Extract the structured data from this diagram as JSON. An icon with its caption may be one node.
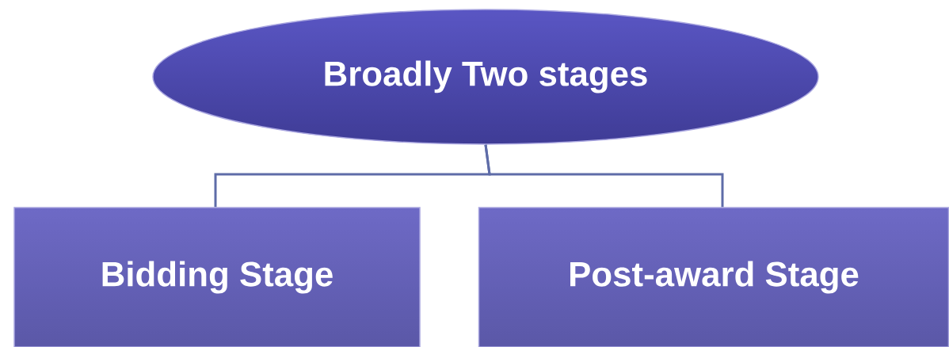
{
  "diagram": {
    "nodes": [
      {
        "text": [
          "Broadly Two stages"
        ]
      },
      {
        "text": [
          "Bidding Stage"
        ]
      },
      {
        "text": [
          "Post-award Stage"
        ]
      }
    ],
    "edges": [
      {
        "from": 0,
        "to": 1,
        "arrow": "none"
      },
      {
        "from": 0,
        "to": 2,
        "arrow": "none"
      }
    ]
  }
}
